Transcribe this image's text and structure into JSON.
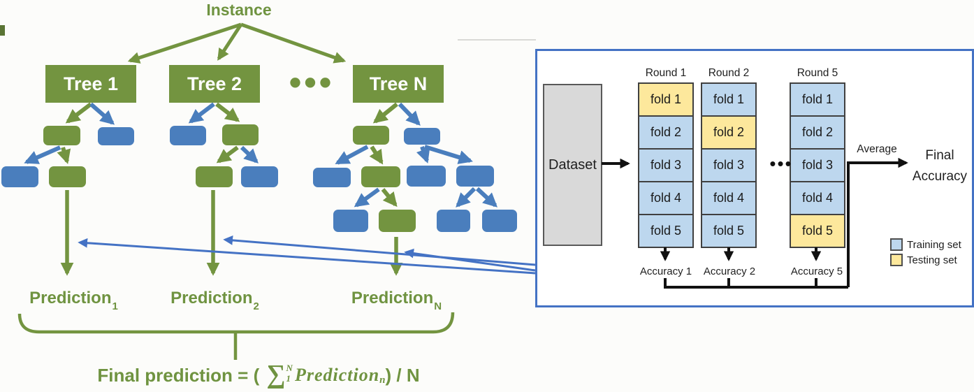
{
  "forest": {
    "instance_label": "Instance",
    "trees": [
      {
        "label": "Tree 1"
      },
      {
        "label": "Tree 2"
      },
      {
        "label": "Tree N"
      }
    ],
    "ellipsis": "•••",
    "predictions": [
      {
        "base": "Prediction",
        "sub": "1"
      },
      {
        "base": "Prediction",
        "sub": "2"
      },
      {
        "base": "Prediction",
        "sub": "N"
      }
    ],
    "formula": {
      "prefix": "Final prediction = ( ",
      "sum_symbol": "∑",
      "sum_sup": "N",
      "sum_sub": "1",
      "term": "Prediction",
      "term_sub": "n",
      "suffix": ") / N"
    },
    "colors": {
      "green": "#739440",
      "blue": "#4a7ebd"
    }
  },
  "cross_validation": {
    "dataset_label": "Dataset",
    "ellipsis": "•••",
    "rounds": [
      {
        "label": "Round 1",
        "folds": [
          "fold 1",
          "fold 2",
          "fold 3",
          "fold 4",
          "fold 5"
        ],
        "testing_fold": "fold 1",
        "accuracy_label": "Accuracy 1"
      },
      {
        "label": "Round 2",
        "folds": [
          "fold 1",
          "fold 2",
          "fold 3",
          "fold 4",
          "fold 5"
        ],
        "testing_fold": "fold 2",
        "accuracy_label": "Accuracy 2"
      },
      {
        "label": "Round 5",
        "folds": [
          "fold 1",
          "fold 2",
          "fold 3",
          "fold 4",
          "fold 5"
        ],
        "testing_fold": "fold 5",
        "accuracy_label": "Accuracy 5"
      }
    ],
    "average_label": "Average",
    "final_line1": "Final",
    "final_line2": "Accuracy",
    "legend": [
      {
        "label": "Training set",
        "color": "#bdd7ee"
      },
      {
        "label": "Testing set",
        "color": "#fde89c"
      }
    ],
    "colors": {
      "panel_border": "#4472c4",
      "training": "#bdd7ee",
      "testing": "#fde89c",
      "dataset_fill": "#d9d9d9"
    }
  }
}
